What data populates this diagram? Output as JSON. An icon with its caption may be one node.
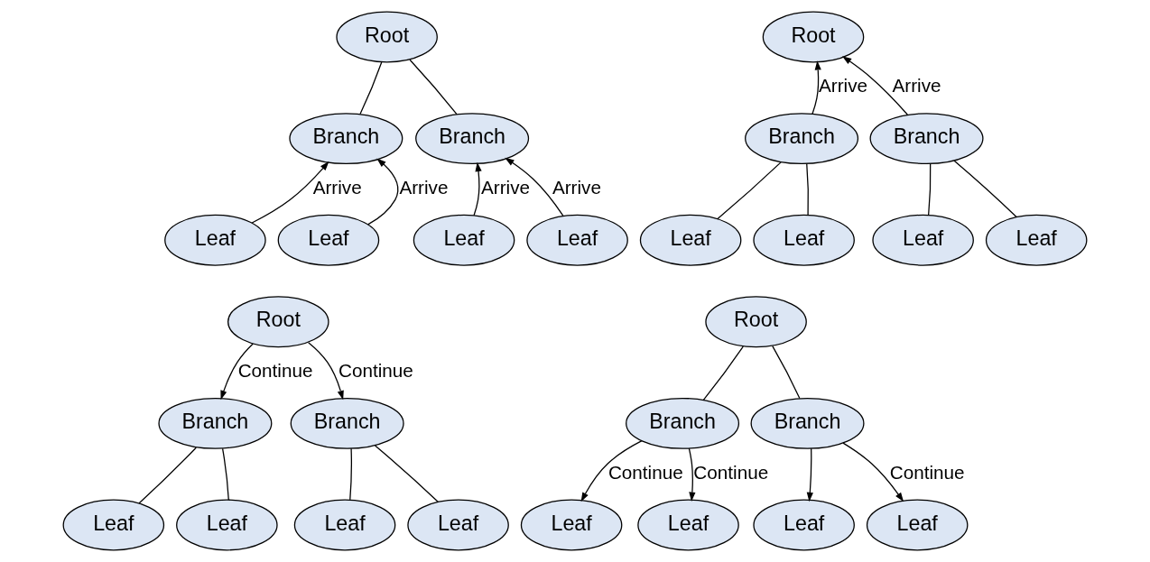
{
  "diagram": {
    "nodes": [
      {
        "text": [
          "Root"
        ]
      },
      {
        "text": [
          "Branch"
        ]
      },
      {
        "text": [
          "Branch"
        ]
      },
      {
        "text": [
          "Leaf"
        ]
      },
      {
        "text": [
          "Leaf"
        ]
      },
      {
        "text": [
          "Leaf"
        ]
      },
      {
        "text": [
          "Leaf"
        ]
      },
      {
        "text": [
          "Root"
        ]
      },
      {
        "text": [
          "Branch"
        ]
      },
      {
        "text": [
          "Branch"
        ]
      },
      {
        "text": [
          "Leaf"
        ]
      },
      {
        "text": [
          "Leaf"
        ]
      },
      {
        "text": [
          "Leaf"
        ]
      },
      {
        "text": [
          "Leaf"
        ]
      },
      {
        "text": [
          "Root"
        ]
      },
      {
        "text": [
          "Branch"
        ]
      },
      {
        "text": [
          "Branch"
        ]
      },
      {
        "text": [
          "Leaf"
        ]
      },
      {
        "text": [
          "Leaf"
        ]
      },
      {
        "text": [
          "Leaf"
        ]
      },
      {
        "text": [
          "Leaf"
        ]
      },
      {
        "text": [
          "Root"
        ]
      },
      {
        "text": [
          "Branch"
        ]
      },
      {
        "text": [
          "Branch"
        ]
      },
      {
        "text": [
          "Leaf"
        ]
      },
      {
        "text": [
          "Leaf"
        ]
      },
      {
        "text": [
          "Leaf"
        ]
      },
      {
        "text": [
          "Leaf"
        ]
      }
    ],
    "edges": [
      {
        "from": 0,
        "to": 1,
        "arrow": "none"
      },
      {
        "from": 0,
        "to": 2,
        "arrow": "none"
      },
      {
        "from": 3,
        "to": 1,
        "arrow": "to",
        "label": "Arrive"
      },
      {
        "from": 4,
        "to": 1,
        "arrow": "to",
        "label": "Arrive"
      },
      {
        "from": 5,
        "to": 2,
        "arrow": "to",
        "label": "Arrive"
      },
      {
        "from": 6,
        "to": 2,
        "arrow": "to",
        "label": "Arrive"
      },
      {
        "from": 8,
        "to": 7,
        "arrow": "to",
        "label": "Arrive"
      },
      {
        "from": 9,
        "to": 7,
        "arrow": "to",
        "label": "Arrive"
      },
      {
        "from": 8,
        "to": 10,
        "arrow": "none"
      },
      {
        "from": 8,
        "to": 11,
        "arrow": "none"
      },
      {
        "from": 9,
        "to": 12,
        "arrow": "none"
      },
      {
        "from": 9,
        "to": 13,
        "arrow": "none"
      },
      {
        "from": 14,
        "to": 15,
        "arrow": "to",
        "label": "Continue"
      },
      {
        "from": 14,
        "to": 16,
        "arrow": "to",
        "label": "Continue"
      },
      {
        "from": 15,
        "to": 17,
        "arrow": "none"
      },
      {
        "from": 15,
        "to": 18,
        "arrow": "none"
      },
      {
        "from": 16,
        "to": 19,
        "arrow": "none"
      },
      {
        "from": 16,
        "to": 20,
        "arrow": "none"
      },
      {
        "from": 21,
        "to": 22,
        "arrow": "none"
      },
      {
        "from": 21,
        "to": 23,
        "arrow": "none"
      },
      {
        "from": 22,
        "to": 24,
        "arrow": "to",
        "label": "Continue"
      },
      {
        "from": 22,
        "to": 25,
        "arrow": "to",
        "label": "Continue"
      },
      {
        "from": 23,
        "to": 26,
        "arrow": "to"
      },
      {
        "from": 23,
        "to": 27,
        "arrow": "to",
        "label": "Continue"
      }
    ]
  }
}
